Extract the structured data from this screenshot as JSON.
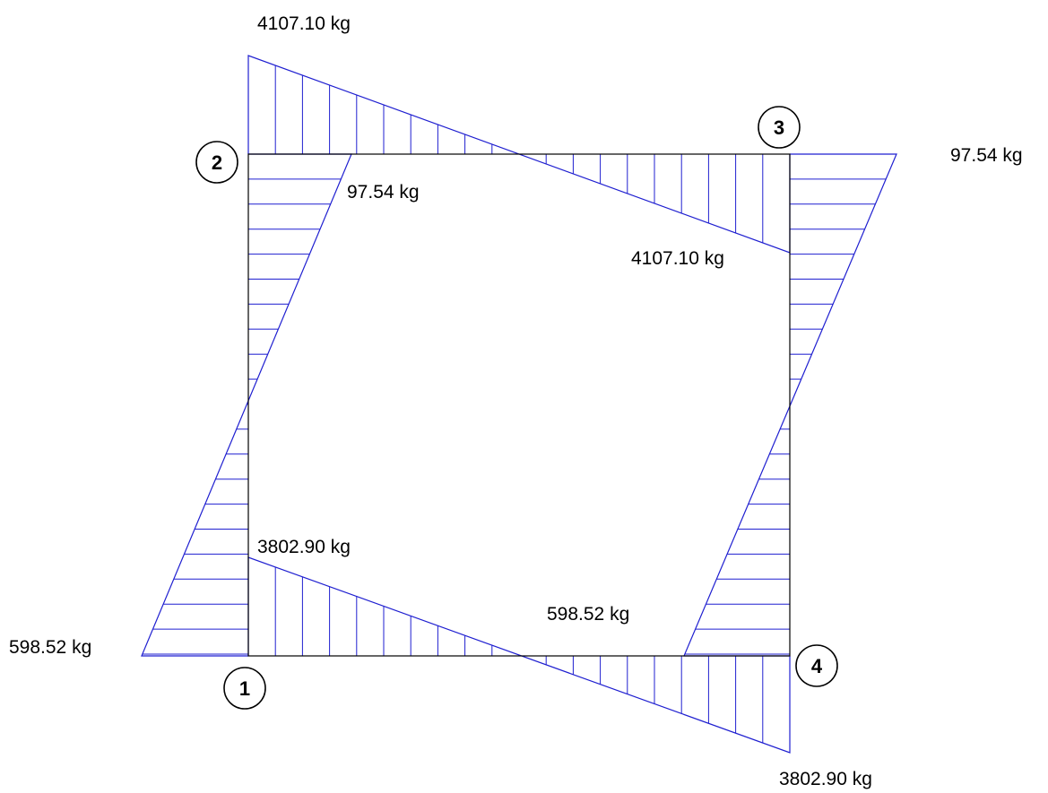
{
  "nodes": {
    "n1": "1",
    "n2": "2",
    "n3": "3",
    "n4": "4"
  },
  "values": {
    "top_outer": "4107.10 kg",
    "top_right_inner": "4107.10 kg",
    "left_top_inner": "97.54 kg",
    "right_top_outer": "97.54 kg",
    "bottom_left_inner": "3802.90 kg",
    "bottom_right_outer": "3802.90 kg",
    "left_bottom_outer": "598.52 kg",
    "bottom_inner": "598.52 kg"
  },
  "colors": {
    "diagram": "#1f1fd0",
    "frame": "#000000"
  }
}
